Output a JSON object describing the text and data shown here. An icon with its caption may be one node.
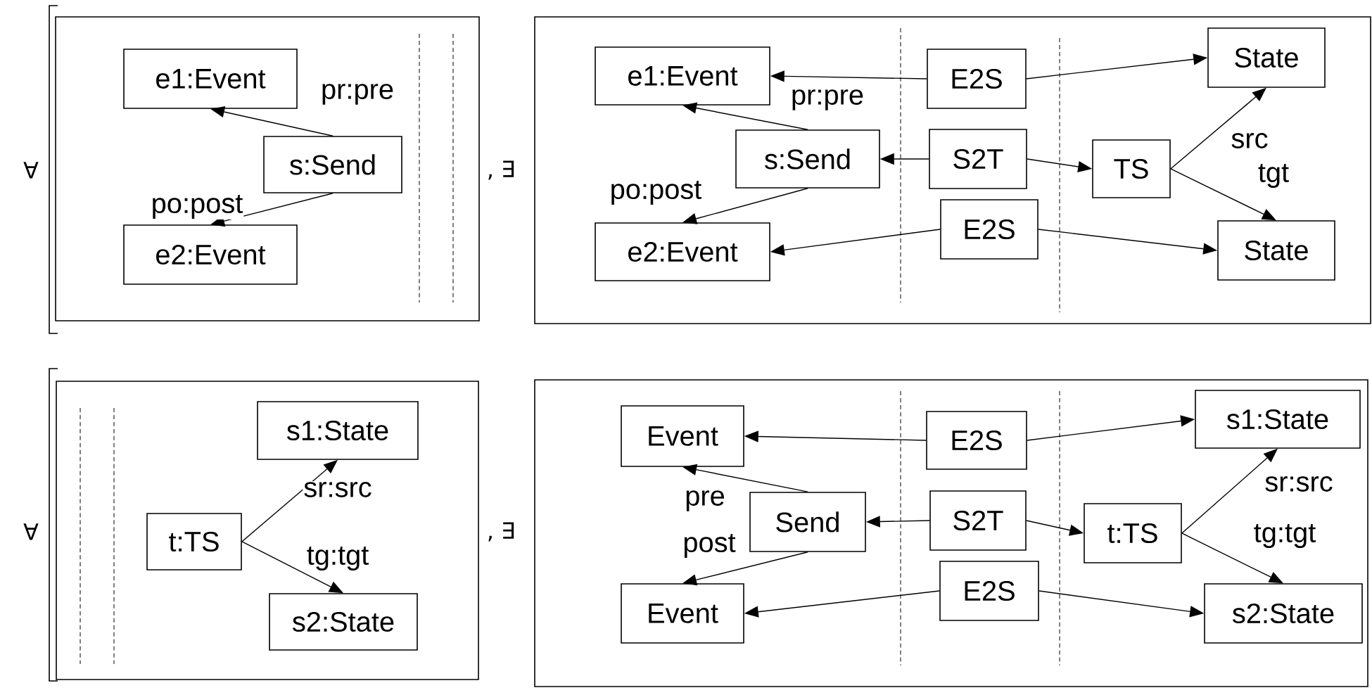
{
  "diagram": {
    "nodes": [
      {
        "text": [],
        "shape": "box"
      },
      {
        "text": [
          "e1:Event"
        ],
        "in": 0
      },
      {
        "text": [
          "s:Send"
        ],
        "in": 0
      },
      {
        "text": [
          "e2:Event"
        ],
        "in": 0
      },
      {
        "text": [],
        "shape": "box"
      },
      {
        "text": [
          "e1:Event"
        ],
        "in": 4
      },
      {
        "text": [
          "s:Send"
        ],
        "in": 4
      },
      {
        "text": [
          "e2:Event"
        ],
        "in": 4
      },
      {
        "text": [
          "E2S"
        ],
        "in": 4
      },
      {
        "text": [
          "S2T"
        ],
        "in": 4
      },
      {
        "text": [
          "E2S"
        ],
        "in": 4
      },
      {
        "text": [
          "TS"
        ],
        "in": 4
      },
      {
        "text": [
          "State"
        ],
        "in": 4
      },
      {
        "text": [
          "State"
        ],
        "in": 4
      },
      {
        "text": [],
        "shape": "box"
      },
      {
        "text": [
          "s1:State"
        ],
        "in": 14
      },
      {
        "text": [
          "t:TS"
        ],
        "in": 14
      },
      {
        "text": [
          "s2:State"
        ],
        "in": 14
      },
      {
        "text": [],
        "shape": "box"
      },
      {
        "text": [
          "Event"
        ],
        "in": 18
      },
      {
        "text": [
          "Send"
        ],
        "in": 18
      },
      {
        "text": [
          "Event"
        ],
        "in": 18
      },
      {
        "text": [
          "E2S"
        ],
        "in": 18
      },
      {
        "text": [
          "S2T"
        ],
        "in": 18
      },
      {
        "text": [
          "E2S"
        ],
        "in": 18
      },
      {
        "text": [
          "t:TS"
        ],
        "in": 18
      },
      {
        "text": [
          "s1:State"
        ],
        "in": 18
      },
      {
        "text": [
          "s2:State"
        ],
        "in": 18
      }
    ],
    "edges": [
      {
        "from": 2,
        "to": 1,
        "arrow": "to",
        "label": "pr:pre"
      },
      {
        "from": 2,
        "to": 3,
        "arrow": "to",
        "label": "po:post"
      },
      {
        "from": 6,
        "to": 5,
        "arrow": "to",
        "label": "pr:pre"
      },
      {
        "from": 6,
        "to": 7,
        "arrow": "to",
        "label": "po:post"
      },
      {
        "from": 8,
        "to": 5,
        "arrow": "to"
      },
      {
        "from": 8,
        "to": 12,
        "arrow": "to"
      },
      {
        "from": 9,
        "to": 6,
        "arrow": "to"
      },
      {
        "from": 9,
        "to": 11,
        "arrow": "to"
      },
      {
        "from": 10,
        "to": 7,
        "arrow": "to"
      },
      {
        "from": 10,
        "to": 13,
        "arrow": "to"
      },
      {
        "from": 11,
        "to": 12,
        "arrow": "to",
        "label": "src"
      },
      {
        "from": 11,
        "to": 13,
        "arrow": "to",
        "label": "tgt"
      },
      {
        "from": 16,
        "to": 15,
        "arrow": "to",
        "label": "sr:src"
      },
      {
        "from": 16,
        "to": 17,
        "arrow": "to",
        "label": "tg:tgt"
      },
      {
        "from": 20,
        "to": 19,
        "arrow": "to",
        "label": "pre"
      },
      {
        "from": 20,
        "to": 21,
        "arrow": "to",
        "label": "post"
      },
      {
        "from": 22,
        "to": 19,
        "arrow": "to"
      },
      {
        "from": 22,
        "to": 26,
        "arrow": "to"
      },
      {
        "from": 23,
        "to": 20,
        "arrow": "to"
      },
      {
        "from": 23,
        "to": 25,
        "arrow": "to"
      },
      {
        "from": 24,
        "to": 21,
        "arrow": "to"
      },
      {
        "from": 24,
        "to": 27,
        "arrow": "to"
      },
      {
        "from": 25,
        "to": 26,
        "arrow": "to",
        "label": "sr:src"
      },
      {
        "from": 25,
        "to": 27,
        "arrow": "to",
        "label": "tg:tgt"
      }
    ],
    "labels": [
      "∀",
      ", ∃",
      "∀",
      ", ∃"
    ]
  }
}
